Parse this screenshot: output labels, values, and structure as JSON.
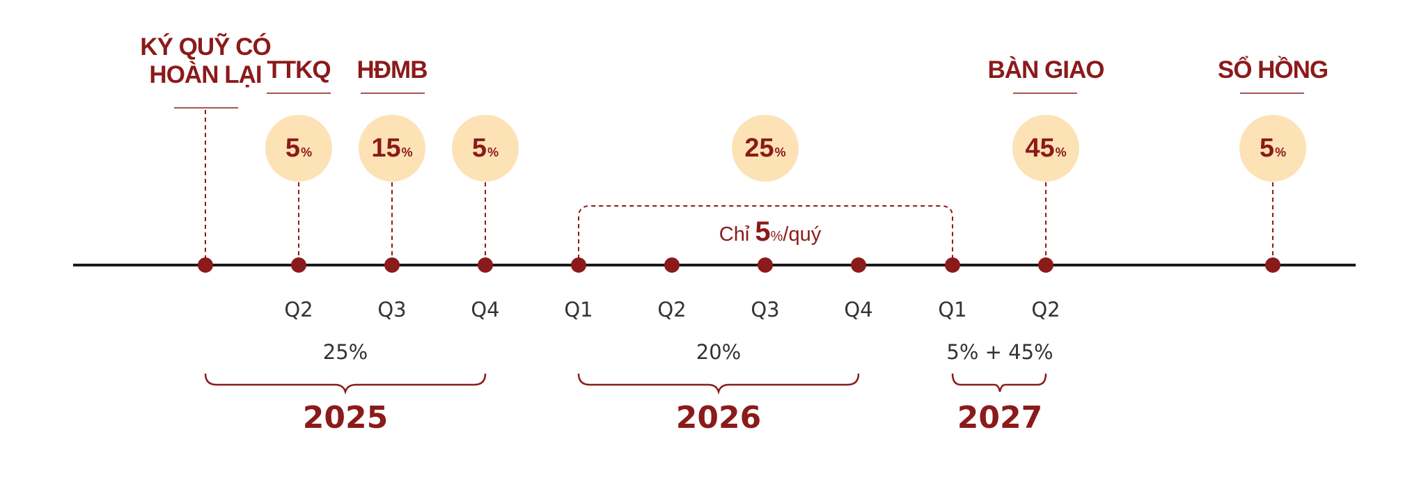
{
  "milestones": [
    {
      "label_line1": "KÝ QUỸ CÓ",
      "label_line2": "HOÀN LẠI"
    },
    {
      "label": "TTKQ"
    },
    {
      "label": "HĐMB"
    },
    {
      "label": "BÀN GIAO"
    },
    {
      "label": "SỔ HỒNG"
    }
  ],
  "bubbles": [
    {
      "value": "5",
      "unit": "%"
    },
    {
      "value": "15",
      "unit": "%"
    },
    {
      "value": "5",
      "unit": "%"
    },
    {
      "value": "25",
      "unit": "%"
    },
    {
      "value": "45",
      "unit": "%"
    },
    {
      "value": "5",
      "unit": "%"
    }
  ],
  "quarterly_note": {
    "prefix": "Chỉ ",
    "value": "5",
    "unit": "%",
    "suffix": "/quý"
  },
  "quarters": [
    "Q2",
    "Q3",
    "Q4",
    "Q1",
    "Q2",
    "Q3",
    "Q4",
    "Q1",
    "Q2"
  ],
  "year_groups": [
    {
      "sum": "25%",
      "year": "2025"
    },
    {
      "sum": "20%",
      "year": "2026"
    },
    {
      "sum": "5% + 45%",
      "year": "2027"
    }
  ],
  "colors": {
    "accent": "#8b1a1a",
    "bubble_fill": "#fde2b6",
    "axis": "#1a1a1a",
    "text": "#333333"
  }
}
